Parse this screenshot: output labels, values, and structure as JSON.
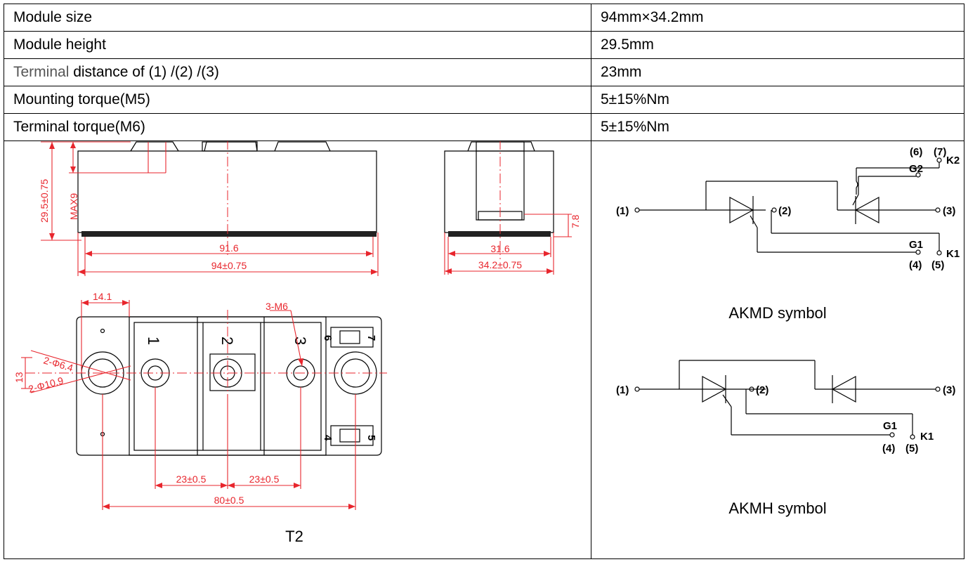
{
  "spec_rows": [
    {
      "label": "Module size",
      "value": "94mm×34.2mm"
    },
    {
      "label": "Module height",
      "value": "29.5mm"
    },
    {
      "label_prefix": "Terminal",
      "label": " distance of (1) /(2) /(3)",
      "value": "23mm"
    },
    {
      "label": "Mounting torque(M5)",
      "value": "5±15%Nm"
    },
    {
      "label": "Terminal torque(M6)",
      "value": "5±15%Nm"
    }
  ],
  "drawing": {
    "package_label": "T2",
    "dims": {
      "height": "29.5±0.75",
      "max9": "MAX9",
      "inner_len": "91.6",
      "total_len": "94±0.75",
      "side_h": "7.8",
      "side_inner": "31.6",
      "side_total": "34.2±0.75",
      "offset": "14.1",
      "m6": "3-M6",
      "hole1": "2-Φ6.4",
      "hole2": "2-Φ10.9",
      "hole_y": "13",
      "pitch1": "23±0.5",
      "pitch2": "23±0.5",
      "mount": "80±0.5"
    },
    "terminal_numbers": [
      "1",
      "2",
      "3"
    ],
    "aux_numbers": [
      "6",
      "7",
      "4",
      "5"
    ]
  },
  "symbols": {
    "akmd": {
      "caption": "AKMD symbol",
      "t1": "(1)",
      "t2": "(2)",
      "t3": "(3)",
      "t4": "(4)",
      "t5": "(5)",
      "t6": "(6)",
      "t7": "(7)",
      "g1": "G1",
      "k1": "K1",
      "g2": "G2",
      "k2": "K2"
    },
    "akmh": {
      "caption": "AKMH symbol",
      "t1": "(1)",
      "t2": "(2)",
      "t3": "(3)",
      "t4": "(4)",
      "t5": "(5)",
      "g1": "G1",
      "k1": "K1"
    }
  }
}
